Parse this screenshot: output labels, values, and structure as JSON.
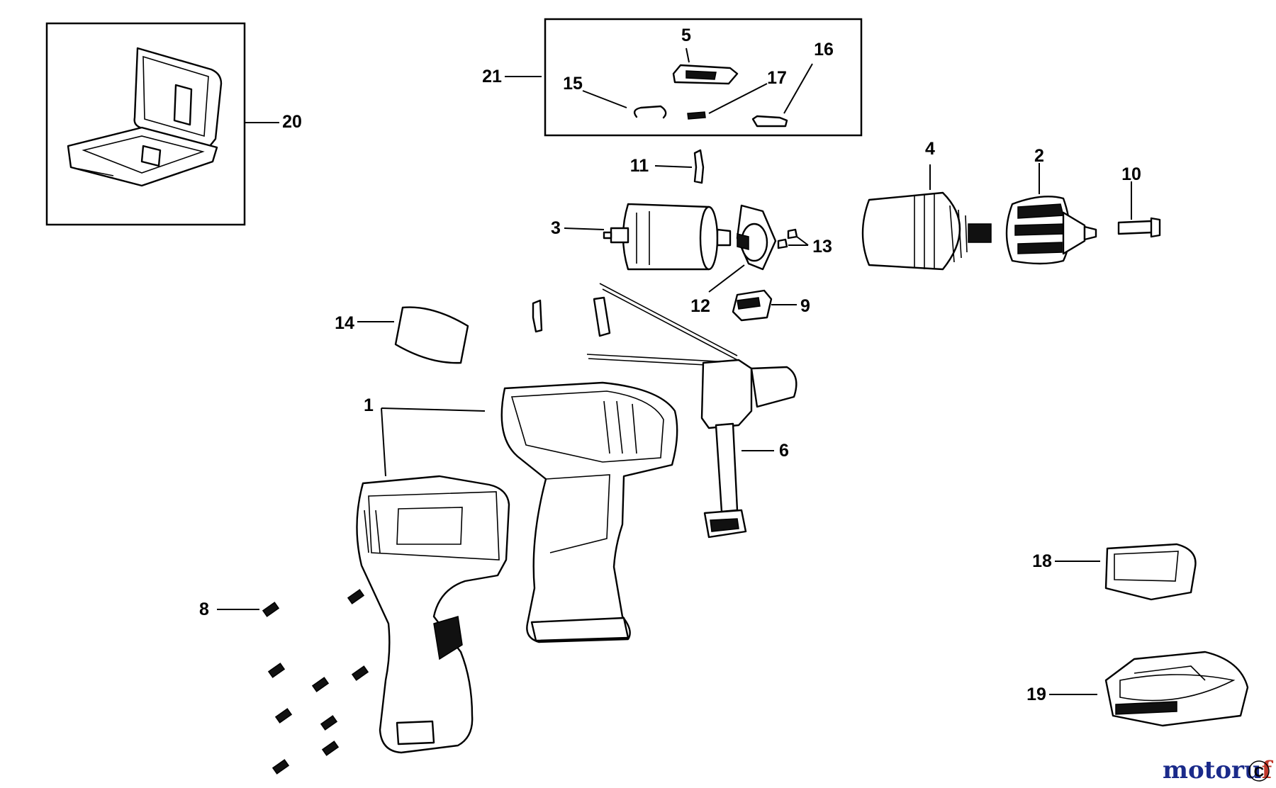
{
  "callouts": [
    {
      "id": "1",
      "label": "1"
    },
    {
      "id": "2",
      "label": "2"
    },
    {
      "id": "3",
      "label": "3"
    },
    {
      "id": "4",
      "label": "4"
    },
    {
      "id": "5",
      "label": "5"
    },
    {
      "id": "6",
      "label": "6"
    },
    {
      "id": "8",
      "label": "8"
    },
    {
      "id": "9",
      "label": "9"
    },
    {
      "id": "10",
      "label": "10"
    },
    {
      "id": "11",
      "label": "11"
    },
    {
      "id": "12",
      "label": "12"
    },
    {
      "id": "13",
      "label": "13"
    },
    {
      "id": "14",
      "label": "14"
    },
    {
      "id": "15",
      "label": "15"
    },
    {
      "id": "16",
      "label": "16"
    },
    {
      "id": "17",
      "label": "17"
    },
    {
      "id": "18",
      "label": "18"
    },
    {
      "id": "19",
      "label": "19"
    },
    {
      "id": "20",
      "label": "20"
    },
    {
      "id": "21",
      "label": "21"
    }
  ],
  "watermark": {
    "part1": "motoru",
    "part2": "f",
    "corner": "C",
    "color_main": "#1a2a8a",
    "color_accent": "#c0392b"
  },
  "colors": {
    "ink": "#000000",
    "background": "#ffffff"
  }
}
